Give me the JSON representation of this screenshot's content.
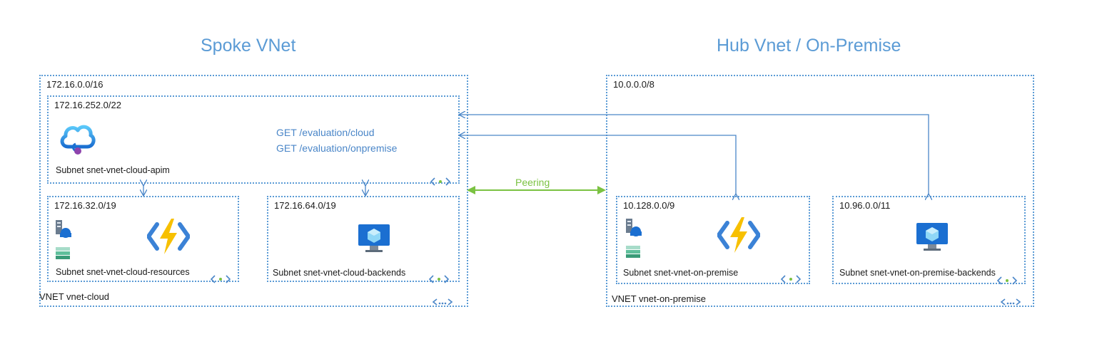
{
  "headings": {
    "spoke": "Spoke VNet",
    "hub": "Hub Vnet / On-Premise"
  },
  "spoke_vnet": {
    "cidr": "172.16.0.0/16",
    "name": "VNET vnet-cloud",
    "subnets": {
      "apim": {
        "cidr": "172.16.252.0/22",
        "name": "Subnet snet-vnet-cloud-apim",
        "routes": [
          "GET /evaluation/cloud",
          "GET /evaluation/onpremise"
        ]
      },
      "resources": {
        "cidr": "172.16.32.0/19",
        "name": "Subnet snet-vnet-cloud-resources"
      },
      "backends": {
        "cidr": "172.16.64.0/19",
        "name": "Subnet snet-vnet-cloud-backends"
      }
    }
  },
  "hub_vnet": {
    "cidr": "10.0.0.0/8",
    "name": "VNET vnet-on-premise",
    "subnets": {
      "on_premise": {
        "cidr": "10.128.0.0/9",
        "name": "Subnet snet-vnet-on-premise"
      },
      "backends": {
        "cidr": "10.96.0.0/11",
        "name": "Subnet snet-vnet-on-premise-backends"
      }
    }
  },
  "peering_label": "Peering",
  "colors": {
    "heading": "#5b9bd5",
    "border": "#5b9bd5",
    "route_text": "#4a86c8",
    "peering": "#7bc242",
    "function_yellow": "#f7c000",
    "function_blue": "#3b82d6"
  },
  "icons": [
    "apim-cloud-icon",
    "function-app-icon",
    "storage-icon",
    "virtual-machine-icon",
    "subnet-icon",
    "vnet-icon"
  ]
}
